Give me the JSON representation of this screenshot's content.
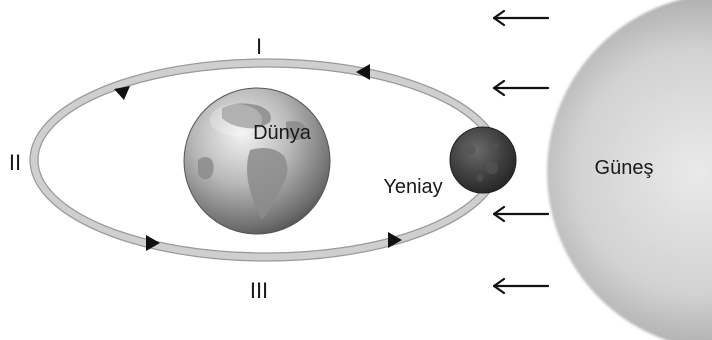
{
  "labels": {
    "sun": "Güneş",
    "earth": "Dünya",
    "moon": "Yeniay",
    "position_1": "I",
    "position_2": "II",
    "position_3": "III"
  },
  "icons": {
    "earth": "globe-icon",
    "moon": "moon-icon",
    "sun": "sun-icon"
  }
}
